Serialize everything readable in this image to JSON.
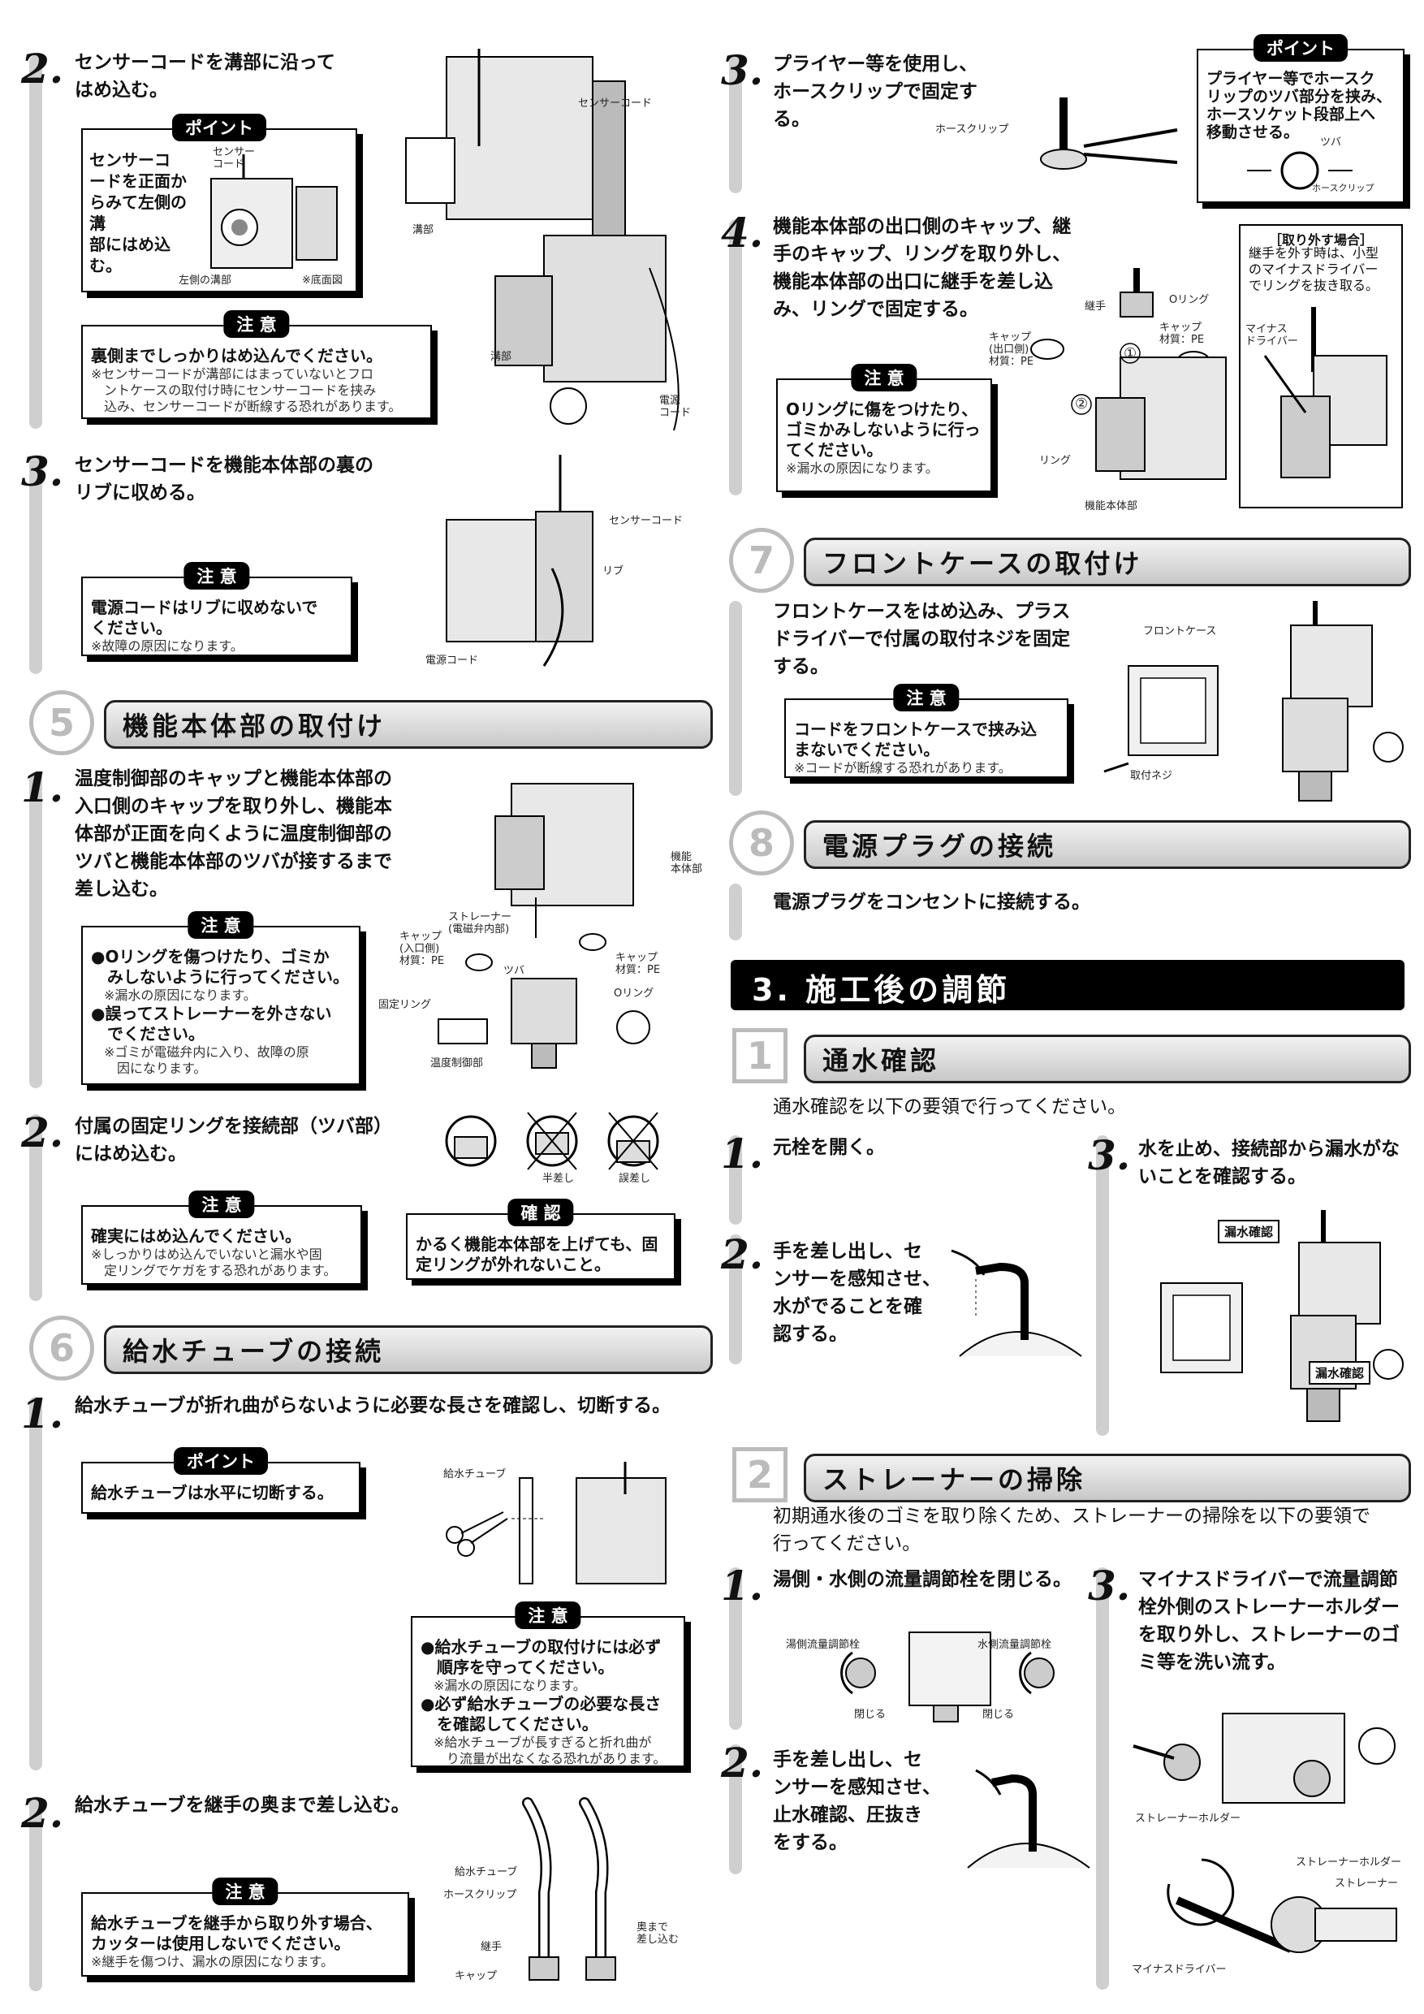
{
  "left": {
    "s2": {
      "num": "2.",
      "text": "センサーコードを溝部に沿って\nはめ込む。",
      "point": {
        "label": "ポイント",
        "text": "センサーコ\nードを正面か\nらみて左側の溝\n部にはめ込\nむ。",
        "cap_sensor": "センサー\nコード",
        "cap_mizo": "左側の溝部",
        "cap_note": "※底面図"
      },
      "caution": {
        "label": "注 意",
        "bold": "裏側までしっかりはめ込んでください。",
        "small": "※センサーコードが溝部にはまっていないとフロ\n　ントケースの取付け時にセンサーコードを挟み\n　込み、センサーコードが断線する恐れがあります。"
      },
      "caps": {
        "sensor": "センサーコード",
        "mizo1": "溝部",
        "mizo2": "溝部",
        "power": "電源\nコード"
      }
    },
    "s3": {
      "num": "3.",
      "text": "センサーコードを機能本体部の裏の\nリブに収める。",
      "caution": {
        "label": "注 意",
        "bold": "電源コードはリブに収めないで\nください。",
        "small": "※故障の原因になります。"
      },
      "caps": {
        "sensor": "センサーコード",
        "rib": "リブ",
        "power": "電源コード"
      }
    },
    "sec5": {
      "num": "5",
      "title": "機能本体部の取付け"
    },
    "s5_1": {
      "num": "1.",
      "text": "温度制御部のキャップと機能本体部の\n入口側のキャップを取り外し、機能本\n体部が正面を向くように温度制御部の\nツバと機能本体部のツバが接するまで\n差し込む。",
      "caution": {
        "label": "注 意",
        "items": [
          {
            "bold": "●Oリングを傷つけたり、ゴミか\n　みしないように行ってください。",
            "small": "　※漏水の原因になります。"
          },
          {
            "bold": "●誤ってストレーナーを外さない\n　でください。",
            "small": "　※ゴミが電磁弁内に入り、故障の原\n　　因になります。"
          }
        ]
      },
      "caps": {
        "body": "機能\n本体部",
        "strainer": "ストレーナー\n(電磁弁内部)",
        "cap_in": "キャップ\n(入口側)\n材質：PE",
        "tsuba": "ツバ",
        "cap_r": "キャップ\n材質：PE",
        "oring": "Oリング",
        "ring": "固定リング",
        "temp": "温度制御部"
      }
    },
    "s5_2": {
      "num": "2.",
      "text": "付属の固定リングを接続部（ツバ部）\nにはめ込む。",
      "caution": {
        "label": "注 意",
        "bold": "確実にはめ込んでください。",
        "small": "※しっかりはめ込んでいないと漏水や固\n　定リングでケガをする恐れがあります。"
      },
      "check": {
        "label": "確 認",
        "bold": "かるく機能本体部を上げても、固\n定リングが外れないこと。"
      },
      "caps": {
        "half": "半差し",
        "wrong": "誤差し"
      }
    },
    "sec6": {
      "num": "6",
      "title": "給水チューブの接続"
    },
    "s6_1": {
      "num": "1.",
      "text": "給水チューブが折れ曲がらないように必要な長さを確認し、切断する。",
      "point": {
        "label": "ポイント",
        "bold": "給水チューブは水平に切断する。"
      },
      "caution": {
        "label": "注 意",
        "items": [
          {
            "bold": "●給水チューブの取付けには必ず\n　順序を守ってください。",
            "small": "　※漏水の原因になります。"
          },
          {
            "bold": "●必ず給水チューブの必要な長さ\n　を確認してください。",
            "small": "　※給水チューブが長すぎると折れ曲が\n　　り流量が出なくなる恐れがあります。"
          }
        ]
      },
      "caps": {
        "tube": "給水チューブ"
      }
    },
    "s6_2": {
      "num": "2.",
      "text": "給水チューブを継手の奥まで差し込む。",
      "caution": {
        "label": "注 意",
        "bold": "給水チューブを継手から取り外す場合、\nカッターは使用しないでください。",
        "small": "※継手を傷つけ、漏水の原因になります。"
      },
      "caps": {
        "tube": "給水チューブ",
        "clip": "ホースクリップ",
        "joint": "継手",
        "cap": "キャップ",
        "deep": "奥まで\n差し込む"
      }
    }
  },
  "right": {
    "s3": {
      "num": "3.",
      "text": "プライヤー等を使用し、\nホースクリップで固定す\nる。",
      "point": {
        "label": "ポイント",
        "bold": "プライヤー等でホースク\nリップのツバ部分を挟み、\nホースソケット段部上へ\n移動させる。",
        "cap_tsuba": "ツバ",
        "cap_clip": "ホースクリップ"
      },
      "caps": {
        "clip": "ホースクリップ"
      }
    },
    "s4": {
      "num": "4.",
      "text": "機能本体部の出口側のキャップ、継\n手のキャップ、リングを取り外し、\n機能本体部の出口に継手を差し込\nみ、リングで固定する。",
      "caution": {
        "label": "注 意",
        "bold": "Oリングに傷をつけたり、\nゴミかみしないように行っ\nてください。",
        "small": "※漏水の原因になります。"
      },
      "remove": {
        "title": "［取り外す場合］",
        "text": "継手を外す時は、小型\nのマイナスドライバー\nでリングを抜き取る。",
        "cap": "マイナス\nドライバー"
      },
      "caps": {
        "joint": "継手",
        "oring": "Oリング",
        "cap_out": "キャップ\n(出口側)\n材質：PE",
        "cap_r": "キャップ\n材質：PE",
        "ring": "リング",
        "body": "機能本体部",
        "n1": "①",
        "n2": "②"
      }
    },
    "sec7": {
      "num": "7",
      "title": "フロントケースの取付け"
    },
    "s7": {
      "text": "フロントケースをはめ込み、プラス\nドライバーで付属の取付ネジを固定\nする。",
      "caution": {
        "label": "注 意",
        "bold": "コードをフロントケースで挟み込\nまないでください。",
        "small": "※コードが断線する恐れがあります。"
      },
      "caps": {
        "case": "フロントケース",
        "screw": "取付ネジ"
      }
    },
    "sec8": {
      "num": "8",
      "title": "電源プラグの接続"
    },
    "s8": {
      "text": "電源プラグをコンセントに接続する。"
    },
    "chapter": {
      "title": "3. 施工後の調節"
    },
    "sub1": {
      "num": "1",
      "title": "通水確認",
      "intro": "通水確認を以下の要領で行ってください。",
      "st1": {
        "num": "1.",
        "text": "元栓を開く。"
      },
      "st2": {
        "num": "2.",
        "text": "手を差し出し、セ\nンサーを感知させ、\n水がでることを確\n認する。"
      },
      "st3": {
        "num": "3.",
        "text": "水を止め、接続部から漏水がな\nいことを確認する。"
      },
      "tag1": "漏水確認",
      "tag2": "漏水確認"
    },
    "sub2": {
      "num": "2",
      "title": "ストレーナーの掃除",
      "intro": "初期通水後のゴミを取り除くため、ストレーナーの掃除を以下の要領で\n行ってください。",
      "st1": {
        "num": "1.",
        "text": "湯側・水側の流量調節栓を閉じる。",
        "hot": "湯側流量調節栓",
        "cold": "水側流量調節栓",
        "close1": "閉じる",
        "close2": "閉じる"
      },
      "st2": {
        "num": "2.",
        "text": "手を差し出し、セ\nンサーを感知させ、\n止水確認、圧抜き\nをする。"
      },
      "st3": {
        "num": "3.",
        "text": "マイナスドライバーで流量調節\n栓外側のストレーナーホルダー\nを取り外し、ストレーナーのゴ\nミ等を洗い流す。",
        "holder": "ストレーナーホルダー",
        "holder2": "ストレーナーホルダー",
        "strainer": "ストレーナー",
        "driver": "マイナスドライバー"
      }
    }
  }
}
